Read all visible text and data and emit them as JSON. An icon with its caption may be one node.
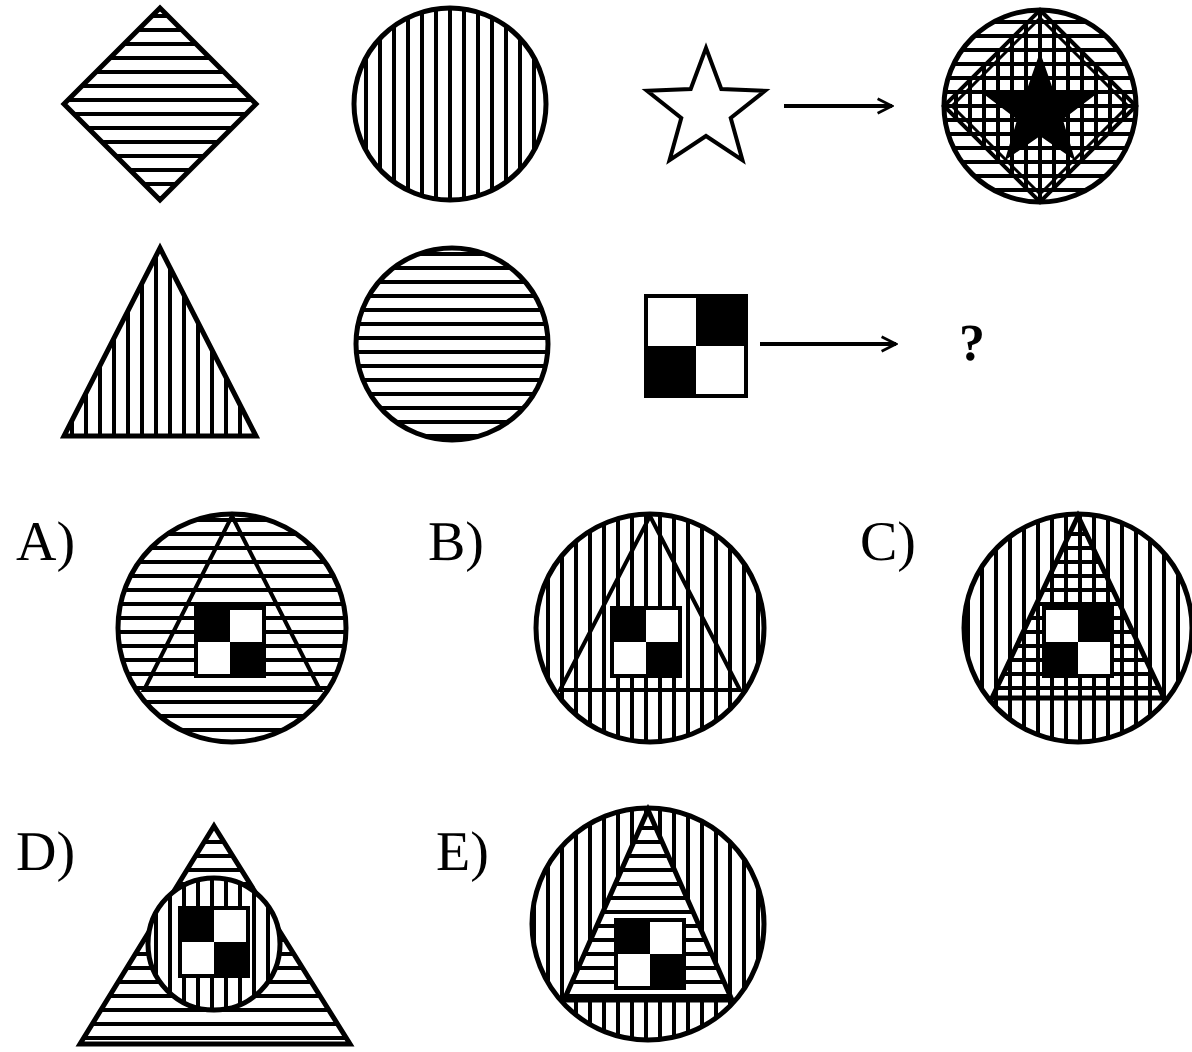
{
  "diagram": {
    "nodes": [
      {
        "text": [],
        "shape": "star"
      },
      {
        "text": [],
        "shape": "picture"
      },
      {
        "text": [],
        "shape": "picture"
      },
      {
        "text": [
          "?"
        ]
      }
    ],
    "edges": [
      {
        "from": 0,
        "to": 1,
        "arrow": "to"
      },
      {
        "from": 2,
        "to": 3,
        "arrow": "to"
      }
    ],
    "labels": [
      "A)",
      "B)",
      "C)",
      "D)",
      "E)"
    ]
  }
}
